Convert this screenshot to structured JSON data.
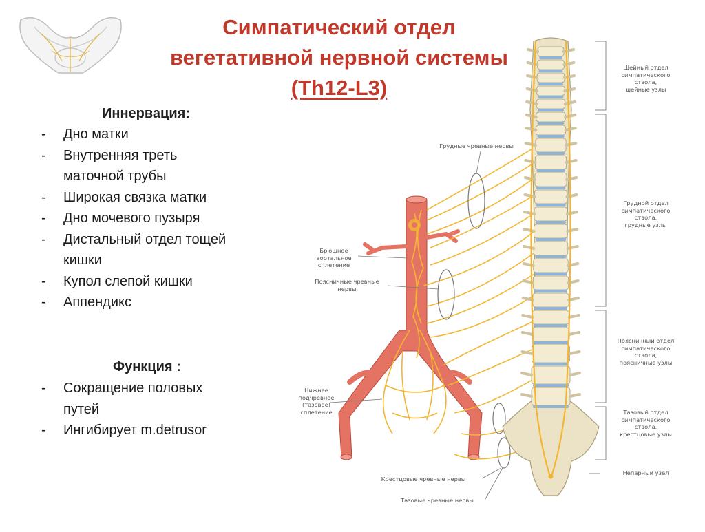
{
  "title": {
    "line1": "Симпатический отдел",
    "line2": "вегетативной нервной системы",
    "line3": "(Th12-L3)"
  },
  "innervation": {
    "heading": "Иннервация:",
    "items": [
      "Дно матки",
      "Внутренняя треть маточной трубы",
      "Широкая связка матки",
      "Дно мочевого пузыря",
      "Дистальный отдел тощей кишки",
      "Купол слепой кишки",
      "Аппендикс"
    ]
  },
  "function": {
    "heading": "Функция :",
    "items": [
      "Сокращение половых путей",
      "Ингибирует m.detrusor"
    ]
  },
  "diagram_labels": {
    "cervical": "Шейный отдел\nсимпатического\nствола,\nшейные узлы",
    "thoracic_splanchnic": "Грудные чревные нервы",
    "thoracic": "Грудной отдел\nсимпатического\nствола,\nгрудные узлы",
    "abdominal_plexus": "Брюшное\nаортальное\nсплетение",
    "lumbar_splanchnic": "Поясничные чревные\nнервы",
    "lumbar": "Поясничный отдел\nсимпатического\nствола,\nпоясничные узлы",
    "inferior_hypogastric": "Нижнее\nподчревное\n(тазовое)\nсплетение",
    "pelvic": "Тазовый отдел\nсимпатического\nствола,\nкрестцовые узлы",
    "ganglion_impar": "Непарный узел",
    "sacral_splanchnic": "Крестцовые чревные нервы",
    "pelvic_splanchnic": "Тазовые чревные нервы"
  },
  "colors": {
    "title": "#c0392b",
    "artery": "#e57364",
    "nerve": "#f2b632",
    "vertebra": "#ece3c6",
    "disc": "#8fb3d9"
  },
  "icons": [
    "pelvis-thumbnail"
  ]
}
